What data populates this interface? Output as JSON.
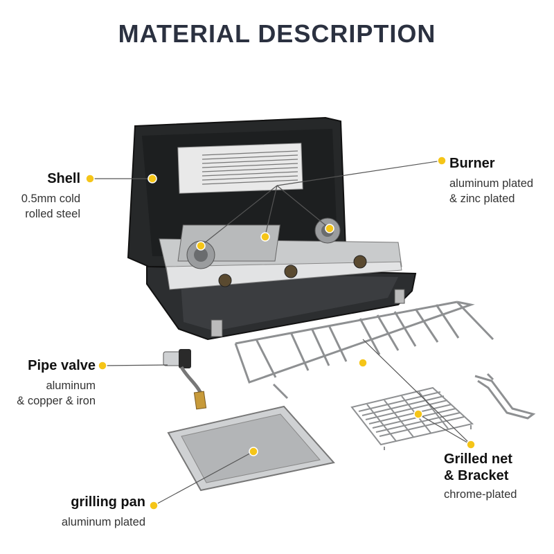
{
  "title": "MATERIAL DESCRIPTION",
  "accent_color": "#f5c518",
  "callouts": {
    "shell": {
      "name": "Shell",
      "desc1": "0.5mm cold",
      "desc2": "rolled steel"
    },
    "burner": {
      "name": "Burner",
      "desc1": "aluminum plated",
      "desc2": "& zinc plated"
    },
    "pipe": {
      "name": "Pipe valve",
      "desc1": "aluminum",
      "desc2": "& copper & iron"
    },
    "grill": {
      "name1": "Grilled net",
      "name2": "& Bracket",
      "desc1": "chrome-plated"
    },
    "pan": {
      "name": "grilling pan",
      "desc1": "aluminum plated"
    }
  }
}
